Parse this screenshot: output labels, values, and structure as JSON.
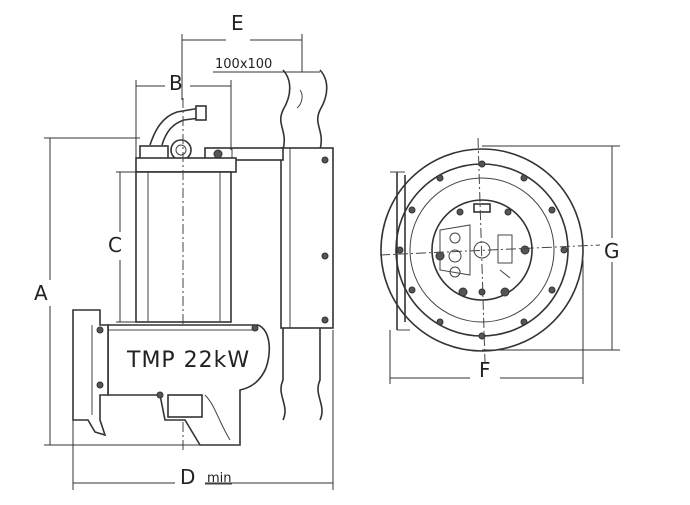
{
  "dimensions": {
    "A": "A",
    "B": "B",
    "C": "C",
    "D": "D",
    "D_note": "min",
    "E": "E",
    "F": "F",
    "G": "G",
    "rail_size": "100x100"
  },
  "pump": {
    "model_text": "TMP 22kW"
  }
}
